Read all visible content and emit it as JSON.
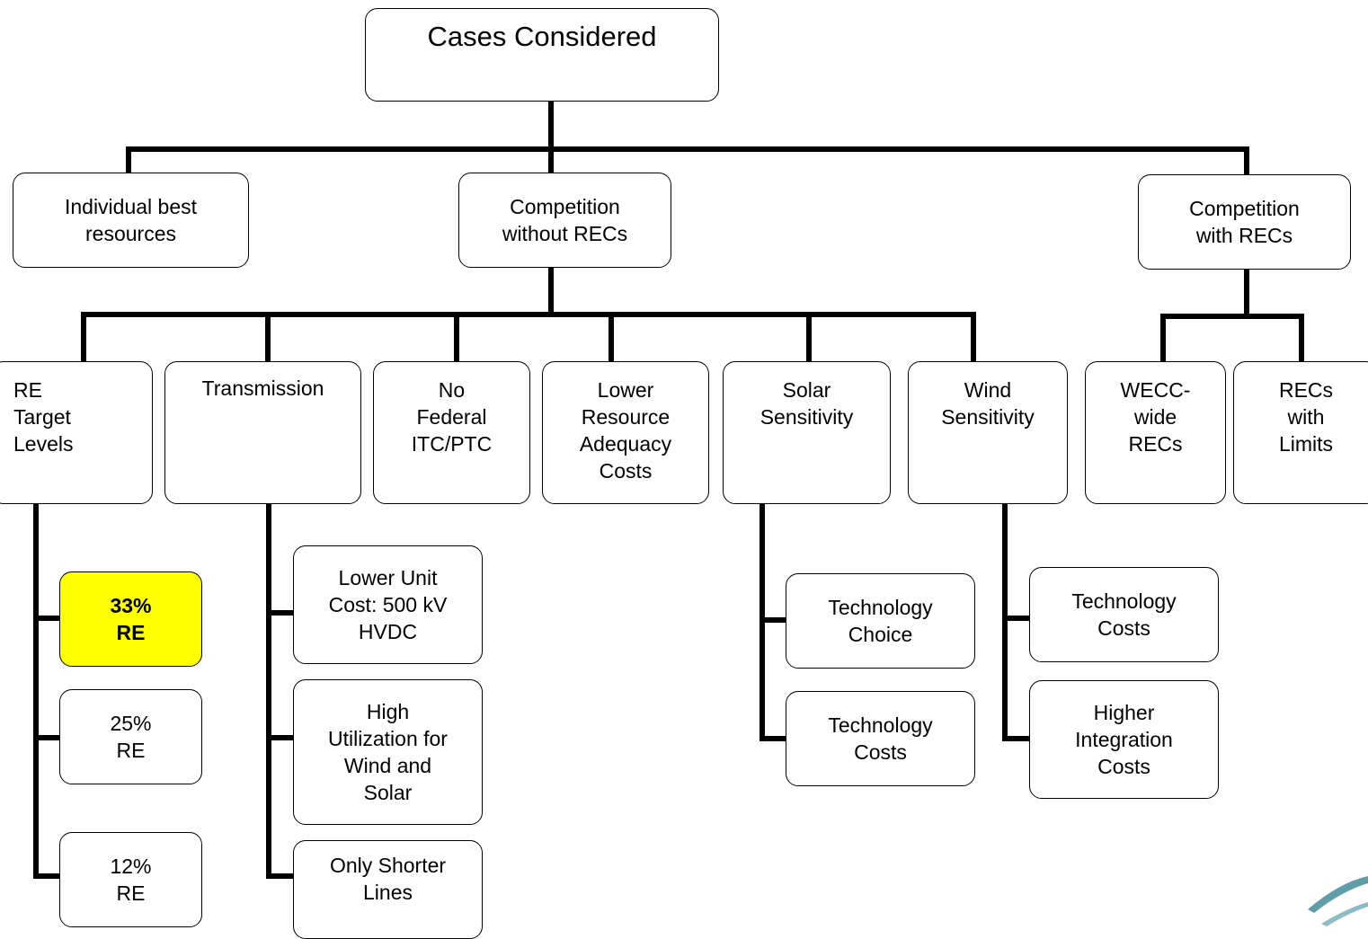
{
  "root": "Cases Considered",
  "level1": {
    "individual": "Individual best\nresources",
    "competition_without": "Competition\nwithout RECs",
    "competition_with": "Competition\nwith RECs"
  },
  "level2": {
    "re_target": "RE\nTarget\nLevels",
    "transmission": "Transmission",
    "no_federal": "No\nFederal\nITC/PTC",
    "lower_ra": "Lower\nResource\nAdequacy\nCosts",
    "solar": "Solar\nSensitivity",
    "wind": "Wind\nSensitivity",
    "wecc": "WECC-\nwide\nRECs",
    "recs_limits": "RECs\nwith\nLimits"
  },
  "re_levels": {
    "re33": "33%\nRE",
    "re25": "25%\nRE",
    "re12": "12%\nRE"
  },
  "transmission_cases": {
    "lower_unit": "Lower Unit\nCost: 500 kV\nHVDC",
    "high_util": "High\nUtilization for\nWind and\nSolar",
    "shorter": "Only Shorter\nLines"
  },
  "solar_cases": {
    "choice": "Technology\nChoice",
    "costs": "Technology\nCosts"
  },
  "wind_cases": {
    "costs": "Technology\nCosts",
    "integration": "Higher\nIntegration\nCosts"
  },
  "colors": {
    "highlight": "#ffff00",
    "line": "#000000",
    "logo": "#5f9ea8"
  }
}
